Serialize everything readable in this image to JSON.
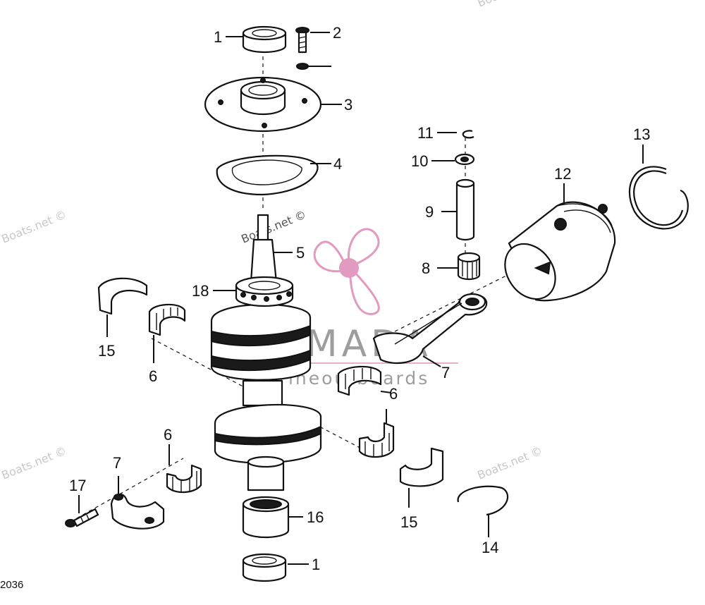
{
  "figure_number": "2036",
  "callouts": [
    {
      "id": "c1a",
      "text": "1"
    },
    {
      "id": "c2",
      "text": "2"
    },
    {
      "id": "c3",
      "text": "3"
    },
    {
      "id": "c4",
      "text": "4"
    },
    {
      "id": "c5",
      "text": "5"
    },
    {
      "id": "c18",
      "text": "18"
    },
    {
      "id": "c15a",
      "text": "15"
    },
    {
      "id": "c6a",
      "text": "6"
    },
    {
      "id": "c11",
      "text": "11"
    },
    {
      "id": "c10",
      "text": "10"
    },
    {
      "id": "c9",
      "text": "9"
    },
    {
      "id": "c8",
      "text": "8"
    },
    {
      "id": "c13",
      "text": "13"
    },
    {
      "id": "c12",
      "text": "12"
    },
    {
      "id": "c7a",
      "text": "7"
    },
    {
      "id": "c6b",
      "text": "6"
    },
    {
      "id": "c6c",
      "text": "6"
    },
    {
      "id": "c7b",
      "text": "7"
    },
    {
      "id": "c17",
      "text": "17"
    },
    {
      "id": "c16",
      "text": "16"
    },
    {
      "id": "c15b",
      "text": "15"
    },
    {
      "id": "c14",
      "text": "14"
    },
    {
      "id": "c1b",
      "text": "1"
    }
  ],
  "watermark": {
    "site_text": "Boats.net ©",
    "brand_name": "ARMADA",
    "brand_tagline": "marineoutboards",
    "brand_color": "#e39ac0"
  },
  "icons": [
    "propeller-logo-icon"
  ]
}
